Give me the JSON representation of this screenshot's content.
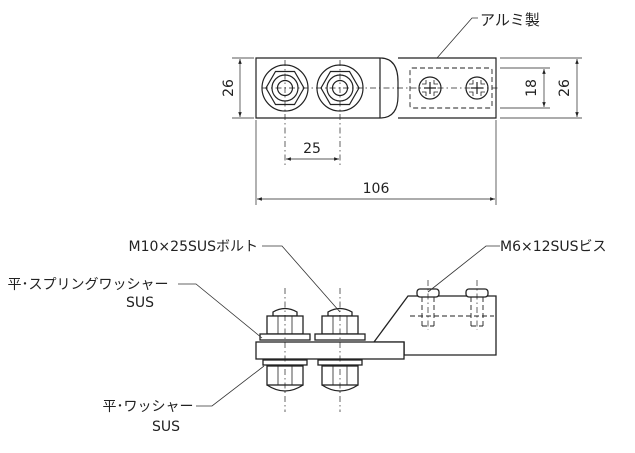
{
  "top_view": {
    "material_label": "アルミ製",
    "dim_height_left": "26",
    "dim_slot_height": "18",
    "dim_height_right": "26",
    "dim_pitch": "25",
    "dim_overall_length": "106"
  },
  "side_view": {
    "bolt_label": "M10×25SUSボルト",
    "screw_label": "M6×12SUSビス",
    "spring_washer_label_line1": "平･スプリングワッシャー",
    "spring_washer_label_line2": "SUS",
    "flat_washer_label_line1": "平･ワッシャー",
    "flat_washer_label_line2": "SUS"
  }
}
